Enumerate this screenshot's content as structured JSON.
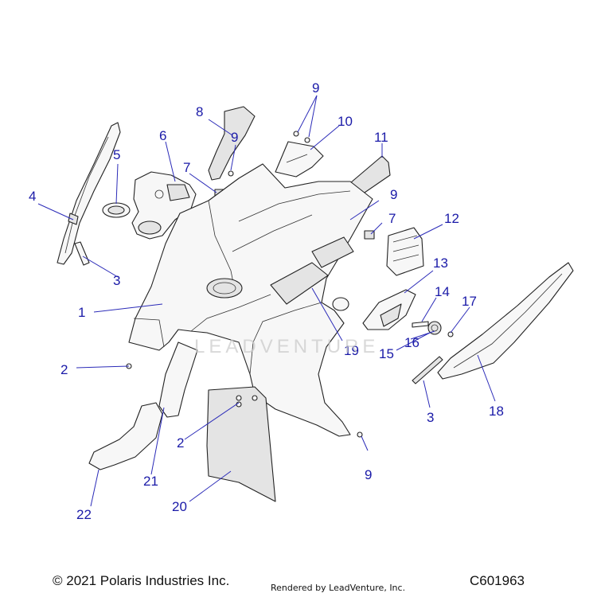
{
  "diagram": {
    "watermark_text": "LEADVENTURE",
    "callout_color": "#1a1aa8",
    "callouts": [
      {
        "id": "c1",
        "label": "1"
      },
      {
        "id": "c2a",
        "label": "2"
      },
      {
        "id": "c2b",
        "label": "2"
      },
      {
        "id": "c3a",
        "label": "3"
      },
      {
        "id": "c3b",
        "label": "3"
      },
      {
        "id": "c4",
        "label": "4"
      },
      {
        "id": "c5",
        "label": "5"
      },
      {
        "id": "c6",
        "label": "6"
      },
      {
        "id": "c7a",
        "label": "7"
      },
      {
        "id": "c7b",
        "label": "7"
      },
      {
        "id": "c8",
        "label": "8"
      },
      {
        "id": "c9a",
        "label": "9"
      },
      {
        "id": "c9b",
        "label": "9"
      },
      {
        "id": "c9c",
        "label": "9"
      },
      {
        "id": "c9d",
        "label": "9"
      },
      {
        "id": "c10",
        "label": "10"
      },
      {
        "id": "c11",
        "label": "11"
      },
      {
        "id": "c12",
        "label": "12"
      },
      {
        "id": "c13",
        "label": "13"
      },
      {
        "id": "c14",
        "label": "14"
      },
      {
        "id": "c15",
        "label": "15"
      },
      {
        "id": "c16",
        "label": "16"
      },
      {
        "id": "c17",
        "label": "17"
      },
      {
        "id": "c18",
        "label": "18"
      },
      {
        "id": "c19",
        "label": "19"
      },
      {
        "id": "c20",
        "label": "20"
      },
      {
        "id": "c21",
        "label": "21"
      },
      {
        "id": "c22",
        "label": "22"
      }
    ]
  },
  "footer": {
    "copyright": "© 2021 Polaris Industries Inc.",
    "rendered_by": "Rendered by LeadVenture, Inc.",
    "diagram_code": "C601963"
  }
}
